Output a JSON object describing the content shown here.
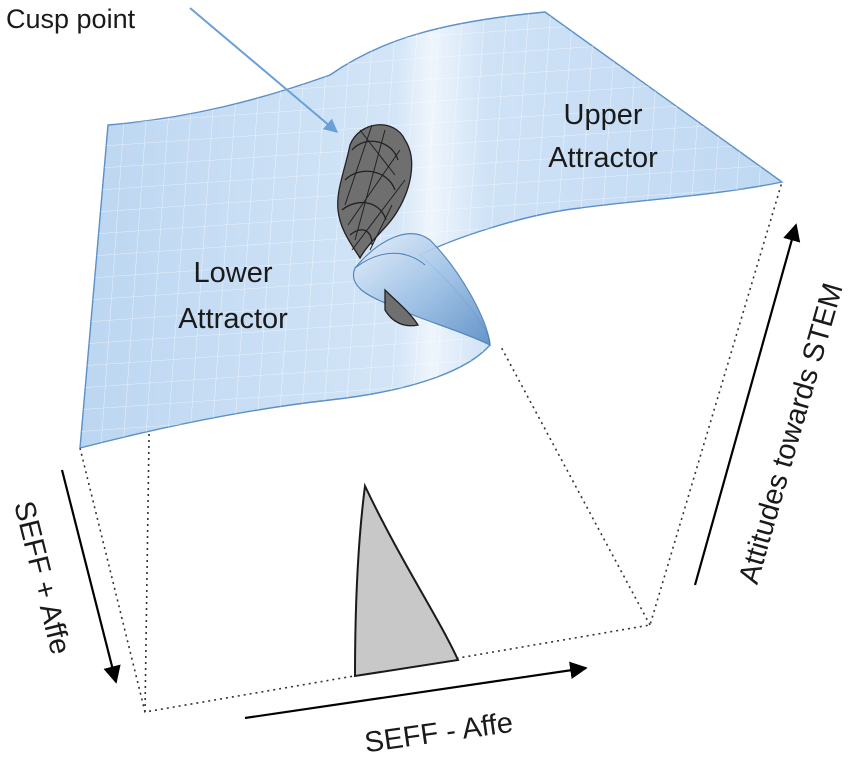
{
  "labels": {
    "cusp_point": "Cusp point",
    "upper_attractor_line1": "Upper",
    "upper_attractor_line2": "Attractor",
    "lower_attractor_line1": "Lower",
    "lower_attractor_line2": "Attractor",
    "left_axis": "SEFF + Affe",
    "bottom_axis": "SEFF - Affe",
    "right_axis": "Attitudes towards STEM"
  },
  "colors": {
    "surface_fill": "#c6dcf2",
    "surface_edge": "#5b8fc7",
    "grid": "#ffffff",
    "cusp_region": "#c8c8c8",
    "pointer_arrow": "#6aa0d8",
    "axis_arrow": "#000000",
    "dotted_box": "#333333"
  },
  "icons": {
    "cusp_cloud": "scribble-cloud-icon",
    "bifurcation_region": "cusp-projection-triangle"
  }
}
